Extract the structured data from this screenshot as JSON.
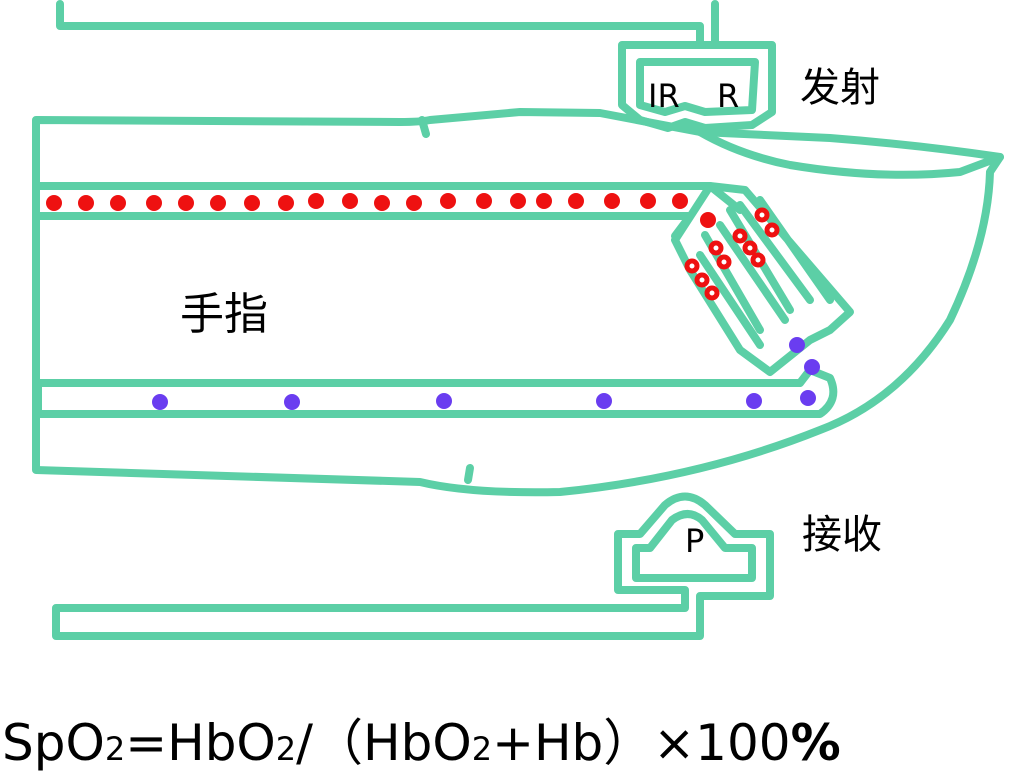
{
  "colors": {
    "outline": "#5ccfa6",
    "oxy_cell": "#ee1111",
    "deoxy_cell": "#6a3df0",
    "text": "#000000"
  },
  "labels": {
    "emitter_ir": "IR",
    "emitter_r": "R",
    "emit": "发射",
    "finger": "手指",
    "receiver_p": "P",
    "receive": "接收"
  },
  "formula": {
    "sp": "SpO",
    "sub1": "2",
    "mid1": "=HbO",
    "sub2": "2",
    "mid2": "/（HbO",
    "sub3": "2",
    "tail": "+Hb）×100",
    "percent": "%"
  }
}
